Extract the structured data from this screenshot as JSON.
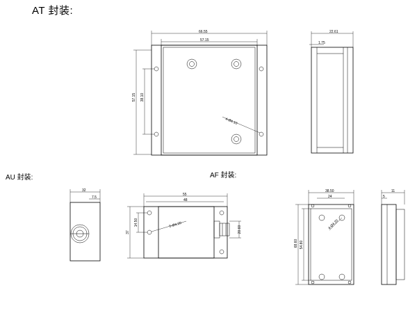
{
  "title": "AT 封装:",
  "subtitles": {
    "au": "AU 封装:",
    "af": "AF 封装:"
  },
  "at": {
    "front": {
      "overall_width": "66.55",
      "inner_width": "57.15",
      "overall_height": "57.15",
      "hole_spacing": "38.10",
      "hole_callout": "4-Ø4.10"
    },
    "side": {
      "depth": "22.61",
      "flange": "1.75"
    }
  },
  "au": {
    "side": {
      "depth": "32",
      "offset": "7.5"
    },
    "front": {
      "overall_width": "55",
      "inner_width": "48",
      "overall_height": "37",
      "hole_spacing": "14.50",
      "hole_callout": "5-Ø4.20",
      "connector_height": "20.60"
    }
  },
  "af": {
    "front": {
      "overall_width": "38.50",
      "inner_width": "24",
      "overall_height": "68.60",
      "inner_height": "54.80",
      "hole_callout": "4-Ø4.20"
    },
    "side": {
      "depth": "11",
      "flange": "5"
    }
  },
  "colors": {
    "line": "#000000",
    "background": "#ffffff"
  },
  "icons": [
    "mounting-hole-icon",
    "cable-gland-icon"
  ]
}
